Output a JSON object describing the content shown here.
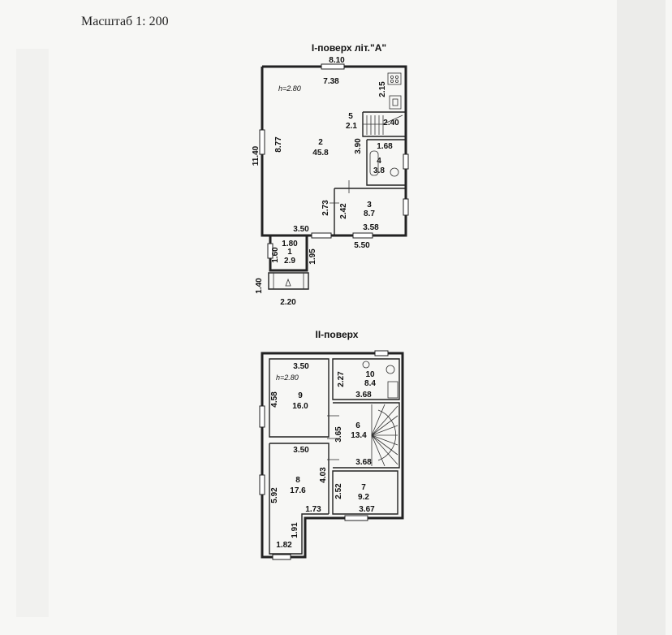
{
  "scale_label": "Масштаб 1: 200",
  "floor1": {
    "title": "І-поверх літ.\"А\"",
    "ceiling_height": "h=2.80",
    "rooms": [
      {
        "number": "1",
        "area": "2.9"
      },
      {
        "number": "2",
        "area": "45.8"
      },
      {
        "number": "3",
        "area": "8.7"
      },
      {
        "number": "4",
        "area": "3.8"
      },
      {
        "number": "5",
        "area": "2.1"
      }
    ],
    "dims": {
      "top_outer": "8.10",
      "top_inner": "7.38",
      "left_outer": "11.40",
      "left_inner": "8.77",
      "right_top": "2.15",
      "stair_width": "2.40",
      "r4_width": "1.68",
      "r4_height": "3.90",
      "r3_left": "2.73",
      "r3_height": "2.42",
      "r3_width": "3.58",
      "bottom_mid": "3.50",
      "bottom_right": "5.50",
      "vest_width": "1.80",
      "vest_height": "1.60",
      "vest_right": "1.95",
      "porch_height": "1.40",
      "porch_width": "2.20"
    }
  },
  "floor2": {
    "title": "ІІ-поверх",
    "ceiling_height": "h=2.80",
    "rooms": [
      {
        "number": "6",
        "area": "13.4"
      },
      {
        "number": "7",
        "area": "9.2"
      },
      {
        "number": "8",
        "area": "17.6"
      },
      {
        "number": "9",
        "area": "16.0"
      },
      {
        "number": "10",
        "area": "8.4"
      }
    ],
    "dims": {
      "r9_width": "3.50",
      "r9_height": "4.58",
      "r10_height": "2.27",
      "r6_top": "3.68",
      "r6_height": "3.65",
      "r8_width": "3.50",
      "r8_right": "4.03",
      "r7_top": "3.68",
      "r7_height": "2.52",
      "r7_bottom": "3.67",
      "r8_height": "5.92",
      "r8_bottom_mid": "1.73",
      "r8_step": "1.91",
      "r8_bottom": "1.82"
    }
  }
}
